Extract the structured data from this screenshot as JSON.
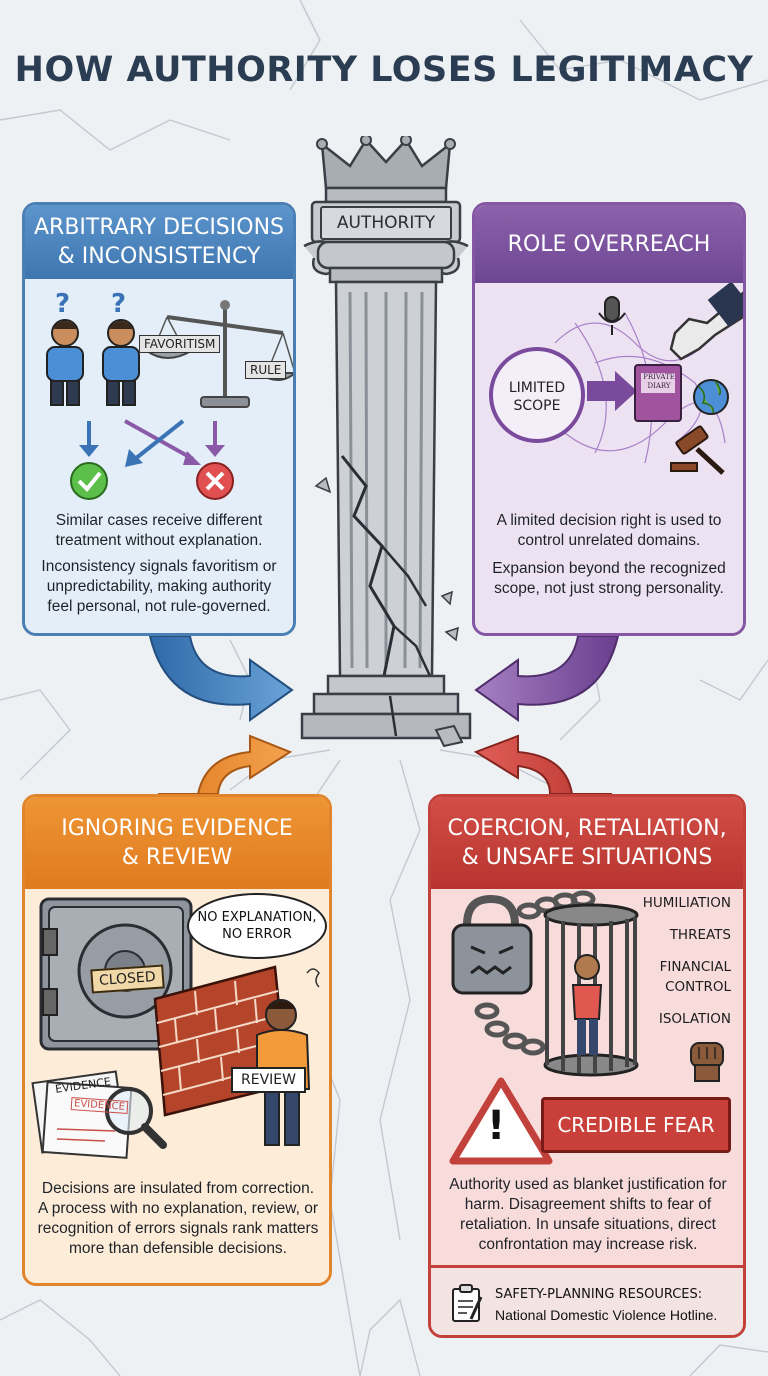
{
  "title": "HOW AUTHORITY LOSES LEGITIMACY",
  "pillar_label": "AUTHORITY",
  "panels": {
    "arbitrary": {
      "title_line1": "ARBITRARY DECISIONS",
      "title_line2": "& INCONSISTENCY",
      "scale_left": "FAVORITISM",
      "scale_right": "RULE",
      "question_mark": "?",
      "para1": "Similar cases receive different treatment without explanation.",
      "para2": "Inconsistency signals favoritism or unpredictability, making authority feel personal, not rule-governed."
    },
    "overreach": {
      "title": "ROLE OVERREACH",
      "circle_label_line1": "LIMITED",
      "circle_label_line2": "SCOPE",
      "diary_line1": "PRIVATE",
      "diary_line2": "DIARY",
      "para1": "A limited decision right is used to control unrelated domains.",
      "para2": "Expansion beyond the recognized scope, not just strong personality."
    },
    "evidence": {
      "title_line1": "IGNORING EVIDENCE",
      "title_line2": "& REVIEW",
      "bubble_line1": "NO EXPLANATION,",
      "bubble_line2": "NO ERROR",
      "vault_sign": "CLOSED",
      "review_sign": "REVIEW",
      "doc_label": "EVIDENCE",
      "doc_stamp": "EVIDENCE",
      "para": "Decisions are insulated from correction. A process with no explanation, review, or recognition of errors signals rank matters more than defensible decisions."
    },
    "coercion": {
      "title_line1": "COERCION, RETALIATION,",
      "title_line2": "& UNSAFE SITUATIONS",
      "list": [
        "HUMILIATION",
        "THREATS",
        "FINANCIAL",
        "CONTROL",
        "ISOLATION"
      ],
      "warning_label": "CREDIBLE FEAR",
      "warning_mark": "!",
      "para": "Authority used as blanket justification for harm. Disagreement shifts to fear of retaliation. In unsafe situations, direct confrontation may increase risk.",
      "resource_title": "SAFETY-PLANNING RESOURCES:",
      "resource_text": "National Domestic Violence Hotline."
    }
  },
  "colors": {
    "blue": "#4a7fb5",
    "purple": "#8456a3",
    "orange": "#e0852b",
    "red": "#c2413b",
    "title": "#2b3d52"
  }
}
